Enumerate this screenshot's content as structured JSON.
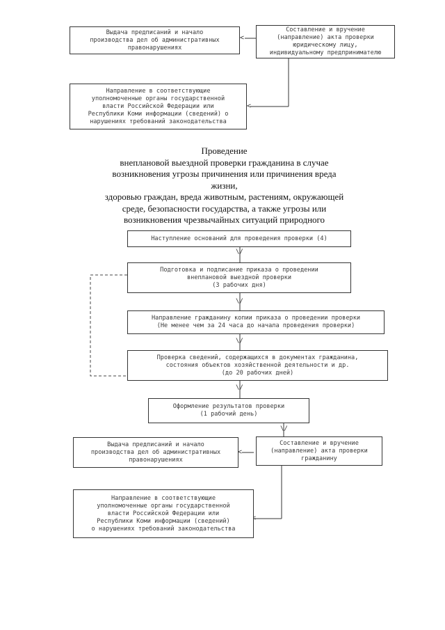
{
  "top": {
    "issue_orders": "Выдача предписаний и начало\nпроизводства дел об административных\nправонарушениях",
    "compile_act": "Составление и вручение\n(направление) акта проверки\nюридическому лицу,\nиндивидуальному предпринимателю",
    "send_to_bodies": "Направление в соответствующие\nуполномоченные органы государственной\nвласти Российской Федерации или\nРеспублики Коми информации (сведений) о\nнарушениях требований законодательства"
  },
  "section_title": "Проведение\nвнеплановой выездной проверки гражданина в случае\nвозникновения угрозы причинения или причинения вреда жизни,\nздоровью граждан, вреда животным, растениям, окружающей\nсреде, безопасности государства, а также угрозы или\nвозникновения чрезвычайных ситуаций природного\nи техногенного характера",
  "flow": {
    "step1": "Наступление оснований для проведения проверки (4)",
    "step2": "Подготовка и подписание приказа о проведении\nвнеплановой выездной проверки\n(3 рабочих дня)",
    "step3": "Направление гражданину копии приказа о проведении проверки\n(Не менее чем за 24 часа до начала проведения проверки)",
    "step4": "Проверка сведений, содержащихся в документах гражданина,\nсостояния объектов хозяйственной деятельности и др.\n(до 20 рабочих дней)",
    "step5": "Оформление результатов проверки\n(1 рабочий день)"
  },
  "bottom": {
    "issue_orders": "Выдача предписаний и начало\nпроизводства дел об административных\nправонарушениях",
    "compile_act": "Составление и вручение\n(направление) акта проверки\nгражданину",
    "send_to_bodies": "Направление в соответствующие\nуполномоченные органы государственной\nвласти Российской Федерации или\nРеспублики Коми информации (сведений)\nо нарушениях требований законодательства"
  },
  "arrow_glyph": "\\/",
  "left_arrow_glyph": "<"
}
